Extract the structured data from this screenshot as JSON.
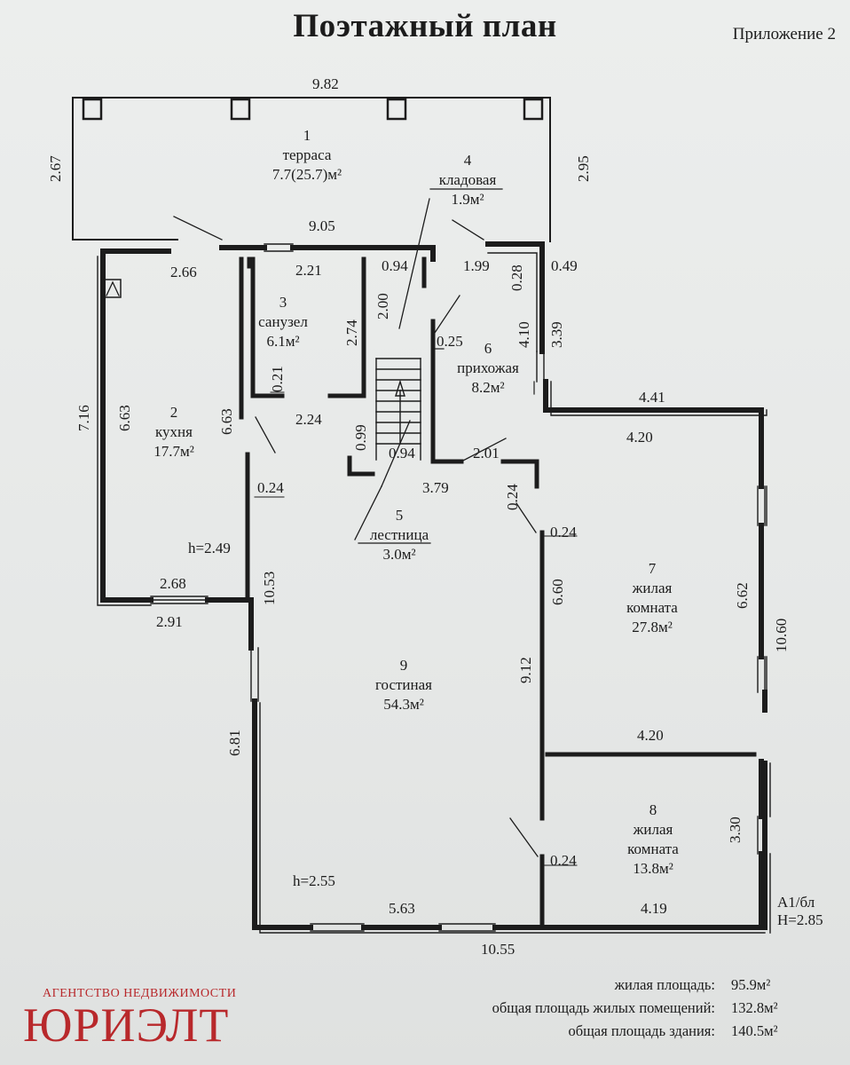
{
  "title": "Поэтажный план",
  "appendix": "Приложение 2",
  "rooms": [
    {
      "num": "1",
      "lines": [
        "терраса",
        "7.7(25.7)м²"
      ]
    },
    {
      "num": "2",
      "lines": [
        "кухня",
        "17.7м²"
      ]
    },
    {
      "num": "3",
      "lines": [
        "санузел",
        "6.1м²"
      ]
    },
    {
      "num": "4",
      "lines": [
        "кладовая",
        "1.9м²"
      ]
    },
    {
      "num": "5",
      "lines": [
        "лестница",
        "3.0м²"
      ]
    },
    {
      "num": "6",
      "lines": [
        "прихожая",
        "8.2м²"
      ]
    },
    {
      "num": "7",
      "lines": [
        "жилая",
        "комната",
        "27.8м²"
      ]
    },
    {
      "num": "8",
      "lines": [
        "жилая",
        "комната",
        "13.8м²"
      ]
    },
    {
      "num": "9",
      "lines": [
        "гостиная",
        "54.3м²"
      ]
    }
  ],
  "dimensions": [
    "9.82",
    "2.67",
    "2.95",
    "9.05",
    "2.66",
    "2.21",
    "0.94",
    "1.99",
    "0.28",
    "0.49",
    "2.00",
    "2.74",
    "0.25",
    "4.10",
    "3.39",
    "0.21",
    "2.24",
    "7.16",
    "6.63",
    "6.63",
    "0.99",
    "0.94",
    "4.41",
    "4.20",
    "2.01",
    "0.24",
    "3.79",
    "0.24",
    "0.24",
    "6.60",
    "6.62",
    "10.60",
    "2.68",
    "2.91",
    "10.53",
    "9.12",
    "4.20",
    "3.30",
    "6.81",
    "0.24",
    "5.63",
    "4.19",
    "10.55"
  ],
  "heights": {
    "kitchen": "h=2.49",
    "living": "h=2.55"
  },
  "annotation": [
    "А1/бл",
    "Н=2.85"
  ],
  "summary": [
    {
      "label": "жилая площадь:",
      "value": "95.9м²"
    },
    {
      "label": "общая площадь жилых помещений:",
      "value": "132.8м²"
    },
    {
      "label": "общая площадь здания:",
      "value": "140.5м²"
    }
  ],
  "brand": {
    "tagline": "АГЕНТСТВО НЕДВИЖИМОСТИ",
    "name": "ЮРИЭЛТ",
    "color": "#b8282b"
  }
}
